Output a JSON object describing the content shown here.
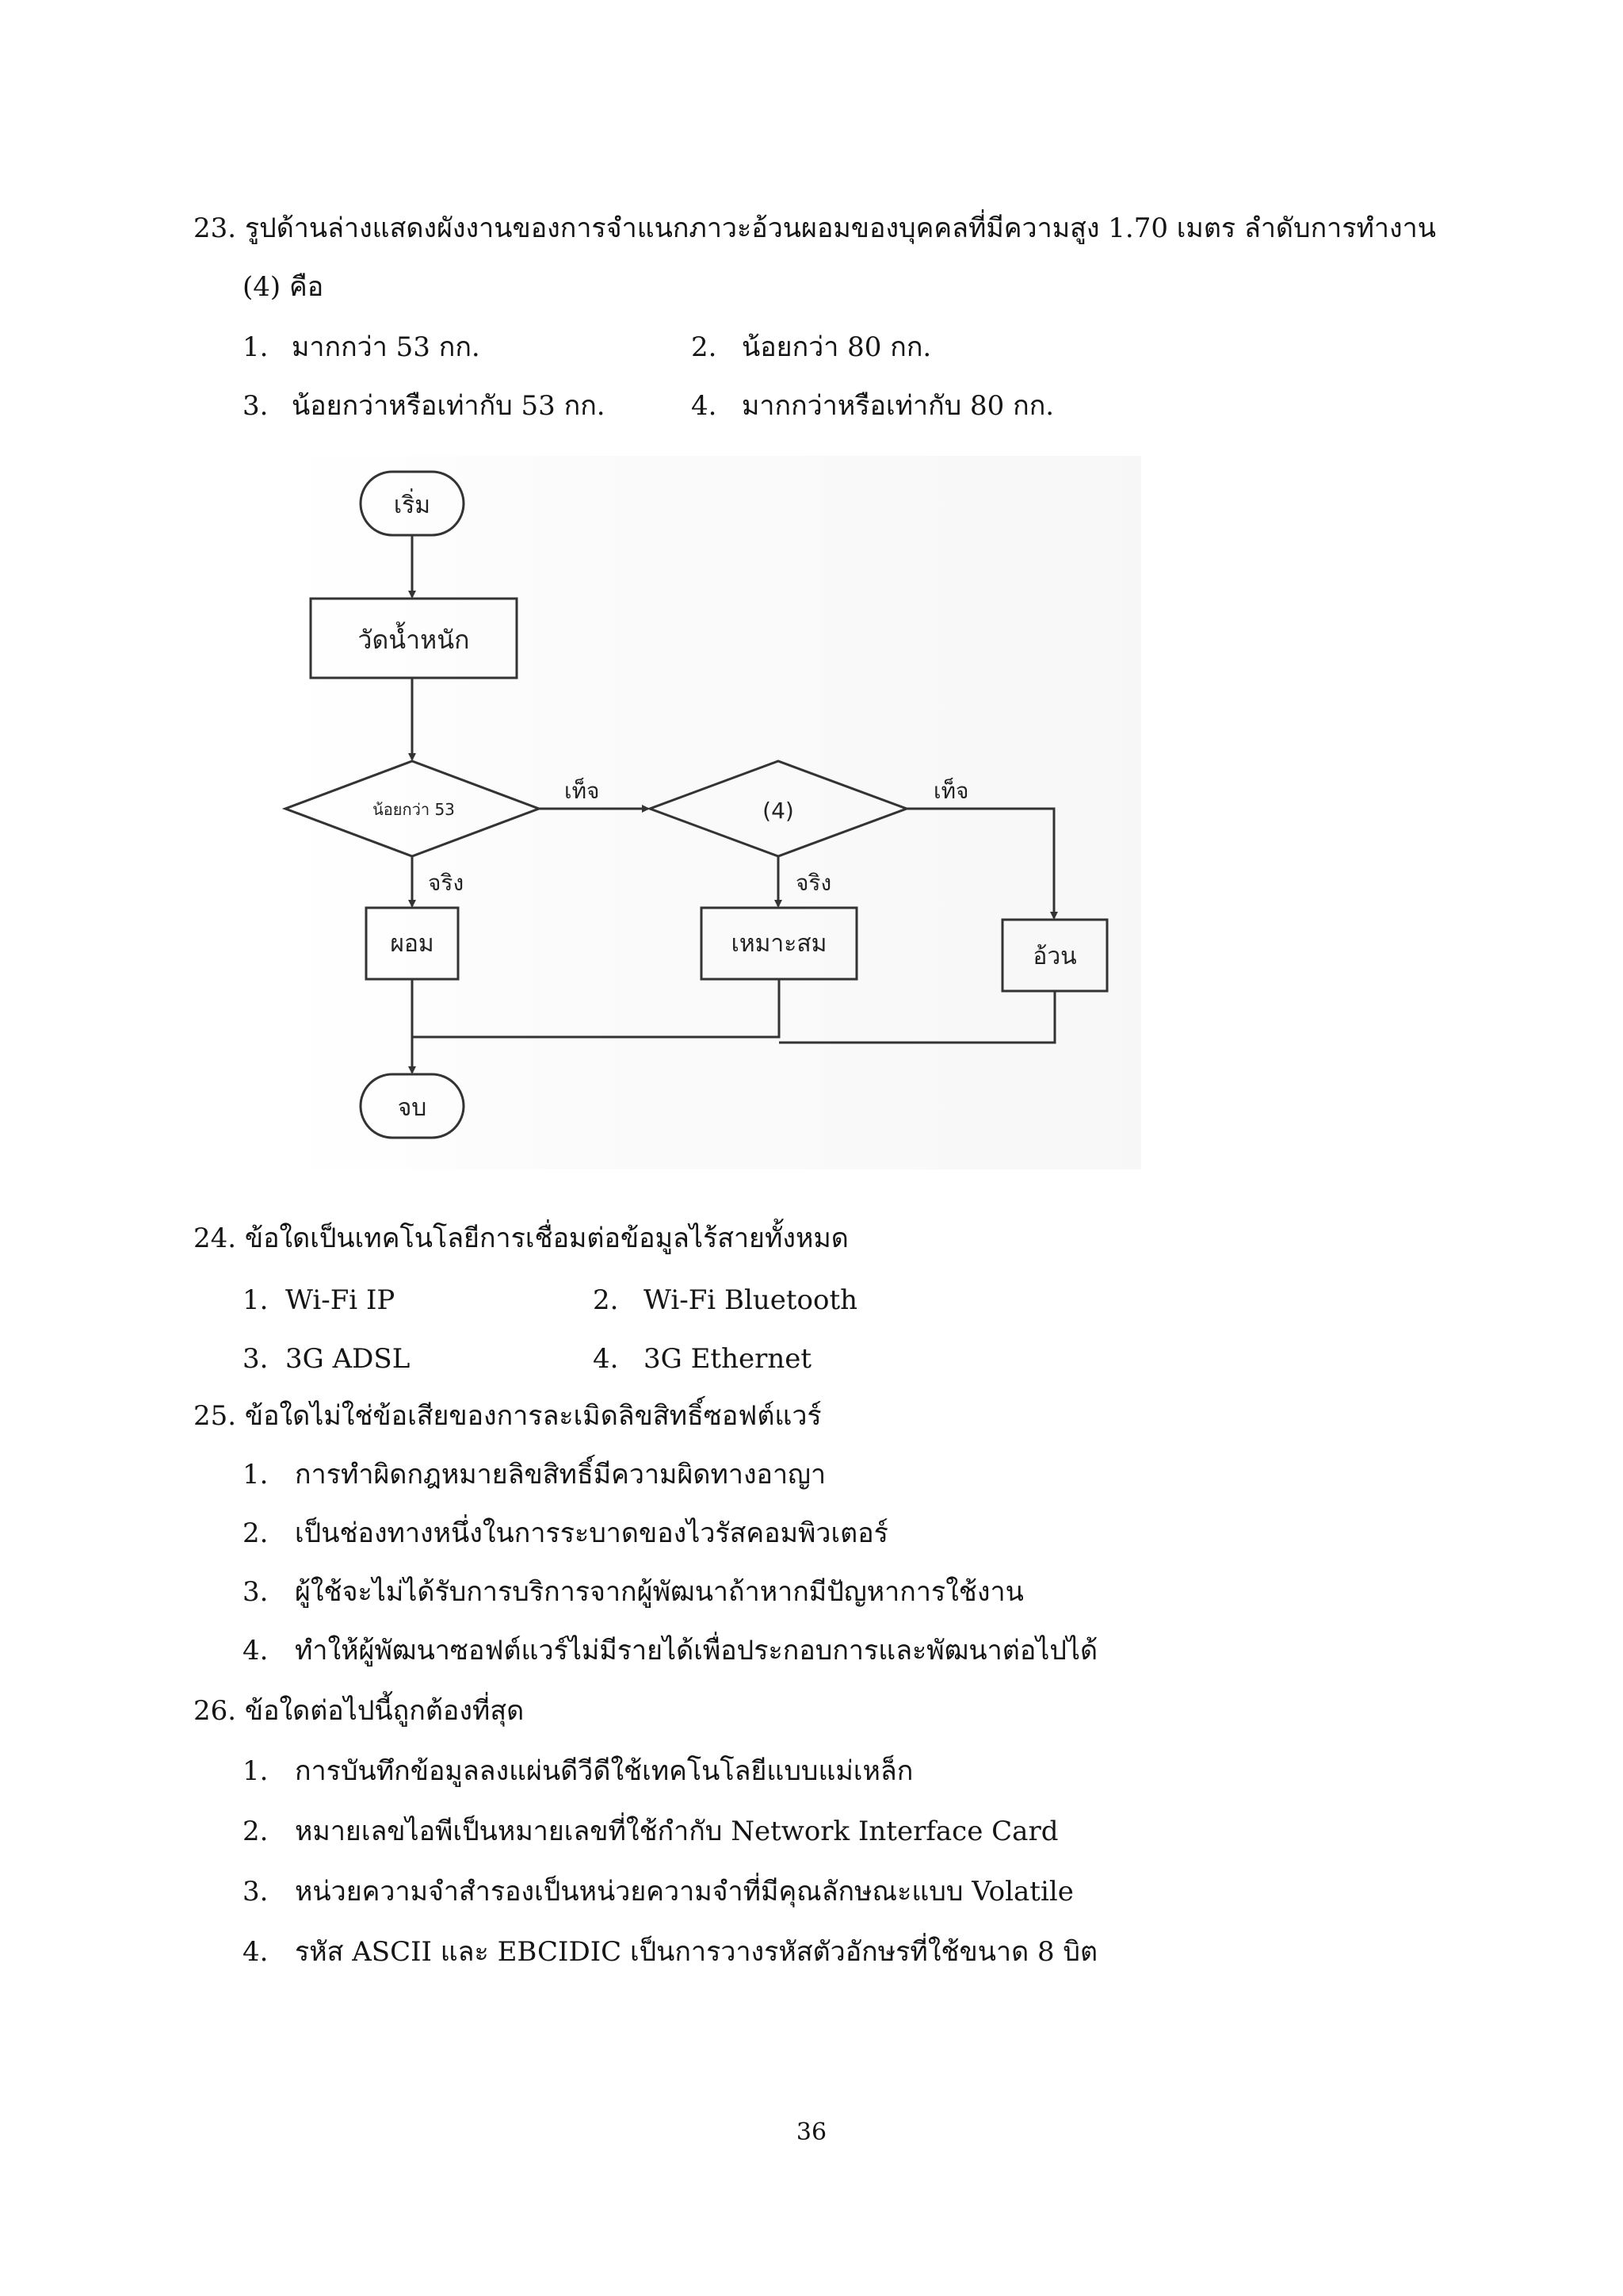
{
  "questions": [
    {
      "stem_line1": "23. รูปด้านล่างแสดงผังงานของการจำแนกภาวะอ้วนผอมของบุคคลที่มีความสูง 1.70 เมตร ลำดับการทำงาน",
      "stem_line2": "(4) คือ",
      "options": [
        {
          "num": "1.",
          "text": "มากกว่า 53 กก."
        },
        {
          "num": "2.",
          "text": "น้อยกว่า 80 กก."
        },
        {
          "num": "3.",
          "text": "น้อยกว่าหรือเท่ากับ 53 กก."
        },
        {
          "num": "4.",
          "text": "มากกว่าหรือเท่ากับ 80 กก."
        }
      ]
    },
    {
      "stem_line1": "24. ข้อใดเป็นเทคโนโลยีการเชื่อมต่อข้อมูลไร้สายทั้งหมด",
      "options": [
        {
          "num": "1.",
          "text": "Wi-Fi   IP"
        },
        {
          "num": "2.",
          "text": "Wi-Fi   Bluetooth"
        },
        {
          "num": "3.",
          "text": "3G    ADSL"
        },
        {
          "num": "4.",
          "text": "3G   Ethernet"
        }
      ]
    },
    {
      "stem_line1": "25. ข้อใดไม่ใช่ข้อเสียของการละเมิดลิขสิทธิ์ซอฟต์แวร์",
      "options": [
        {
          "num": "1.",
          "text": "การทำผิดกฎหมายลิขสิทธิ์มีความผิดทางอาญา"
        },
        {
          "num": "2.",
          "text": "เป็นช่องทางหนึ่งในการระบาดของไวรัสคอมพิวเตอร์"
        },
        {
          "num": "3.",
          "text": "ผู้ใช้จะไม่ได้รับการบริการจากผู้พัฒนาถ้าหากมีปัญหาการใช้งาน"
        },
        {
          "num": "4.",
          "text": "ทำให้ผู้พัฒนาซอฟต์แวร์ไม่มีรายได้เพื่อประกอบการและพัฒนาต่อไปได้"
        }
      ]
    },
    {
      "stem_line1": "26. ข้อใดต่อไปนี้ถูกต้องที่สุด",
      "options": [
        {
          "num": "1.",
          "text": "การบันทึกข้อมูลลงแผ่นดีวีดีใช้เทคโนโลยีแบบแม่เหล็ก"
        },
        {
          "num": "2.",
          "text": "หมายเลขไอพีเป็นหมายเลขที่ใช้กำกับ Network Interface Card"
        },
        {
          "num": "3.",
          "text": "หน่วยความจำสำรองเป็นหน่วยความจำที่มีคุณลักษณะแบบ Volatile"
        },
        {
          "num": "4.",
          "text": "รหัส ASCII และ EBCIDIC เป็นการวางรหัสตัวอักษรที่ใช้ขนาด 8 บิต"
        }
      ]
    }
  ],
  "flowchart": {
    "start": "เริ่ม",
    "process_weigh": "วัดน้ำหนัก",
    "decision1": "น้อยกว่า 53",
    "decision2": "(4)",
    "false_label_1": "เท็จ",
    "false_label_2": "เท็จ",
    "true_label_1": "จริง",
    "true_label_2": "จริง",
    "thin": "ผอม",
    "suitable": "เหมาะสม",
    "fat": "อ้วน",
    "end": "จบ"
  },
  "page_number": "36"
}
